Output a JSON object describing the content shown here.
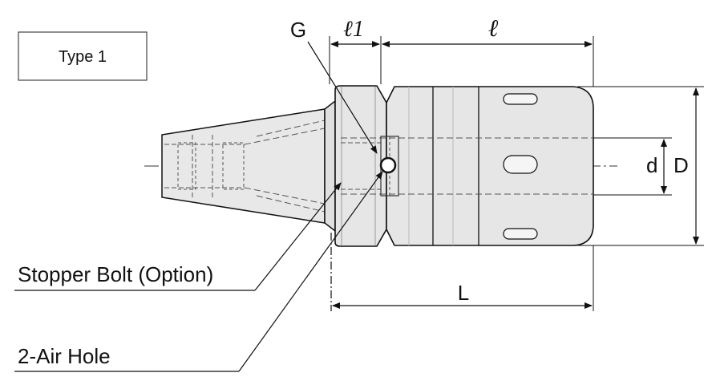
{
  "type_box": {
    "label": "Type 1"
  },
  "dimensions": {
    "G": "G",
    "l1": "ℓ1",
    "l": "ℓ",
    "d": "d",
    "D": "D",
    "L": "L"
  },
  "callouts": {
    "stopper_bolt": "Stopper Bolt (Option)",
    "air_hole": "2-Air Hole"
  },
  "colors": {
    "body_fill": "#e6e6e6",
    "stroke": "#111111",
    "hidden_line": "#555555"
  }
}
